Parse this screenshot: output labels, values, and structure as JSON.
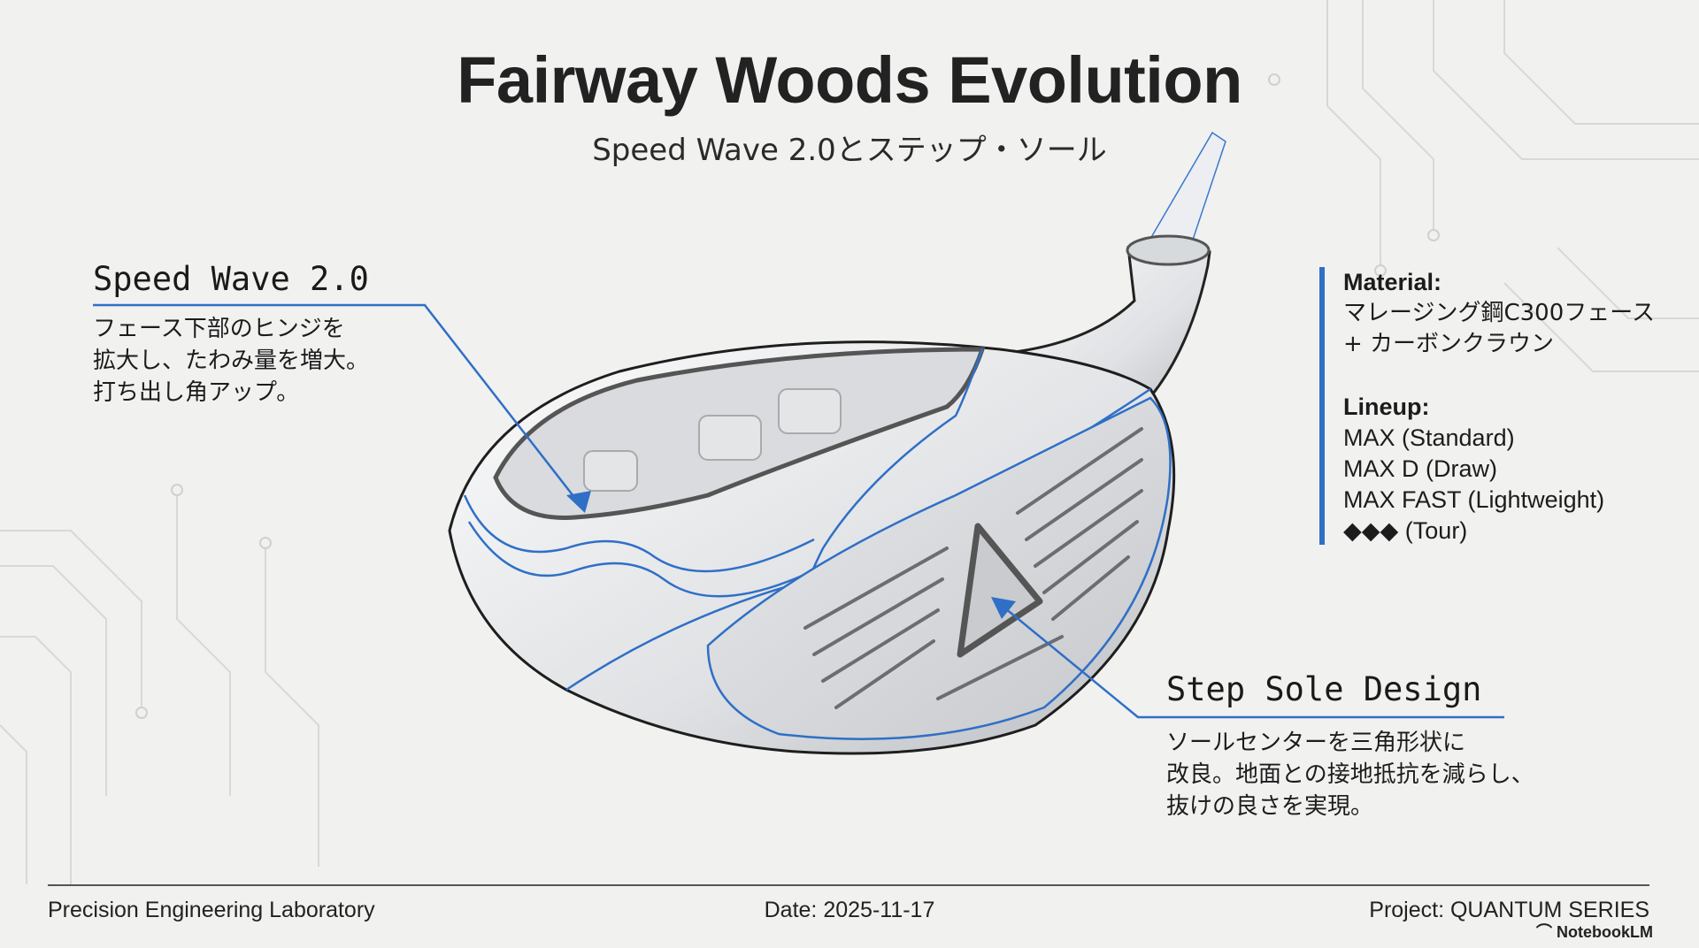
{
  "header": {
    "title": "Fairway Woods Evolution",
    "subtitle": "Speed Wave 2.0とステップ・ソール"
  },
  "callouts": {
    "speed_wave": {
      "label": "Speed Wave 2.0",
      "lines": [
        "フェース下部のヒンジを",
        "拡大し、たわみ量を増大。",
        "打ち出し角アップ。"
      ]
    },
    "step_sole": {
      "label": "Step Sole Design",
      "lines": [
        "ソールセンターを三角形状に",
        "改良。地面との接地抵抗を減らし、",
        "抜けの良さを実現。"
      ]
    }
  },
  "specs": {
    "material_heading": "Material:",
    "material_lines": [
      "マレージング鋼C300フェース",
      "+ カーボンクラウン"
    ],
    "lineup_heading": "Lineup:",
    "lineup": [
      "MAX (Standard)",
      "MAX D (Draw)",
      "MAX FAST (Lightweight)",
      "◆◆◆ (Tour)"
    ]
  },
  "footer": {
    "left": "Precision Engineering Laboratory",
    "center": "Date: 2025-11-17",
    "right": "Project: QUANTUM SERIES",
    "brand": "NotebookLM"
  },
  "colors": {
    "accent": "#2f6fc6",
    "background": "#f1f1f0"
  }
}
